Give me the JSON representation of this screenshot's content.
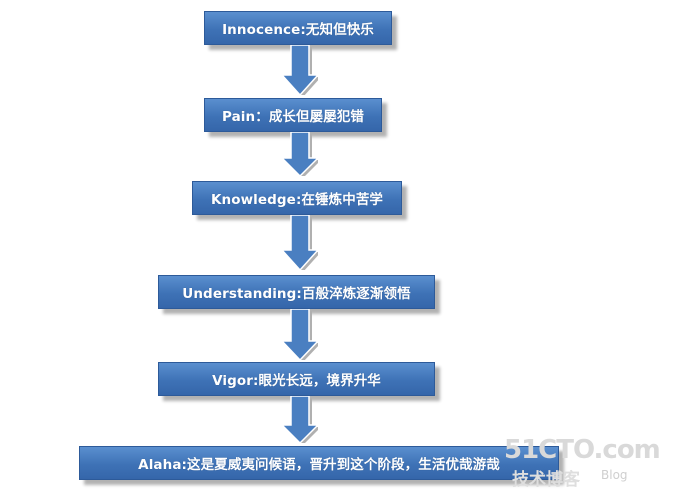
{
  "flow": {
    "steps": [
      "Innocence:无知但快乐",
      "Pain：成长但屡屡犯错",
      "Knowledge:在锤炼中苦学",
      "Understanding:百般淬炼逐渐领悟",
      "Vigor:眼光长远，境界升华",
      "Alaha:这是夏威夷问候语，晋升到这个阶段，生活优哉游哉"
    ]
  },
  "watermark": {
    "site": "51CTO.com",
    "subtitle": "技术博客",
    "blog": "Blog"
  },
  "colors": {
    "box_fill": "#3e72b6",
    "box_border": "#2d5a99",
    "arrow_fill": "#4a7fc1",
    "text": "#ffffff"
  }
}
